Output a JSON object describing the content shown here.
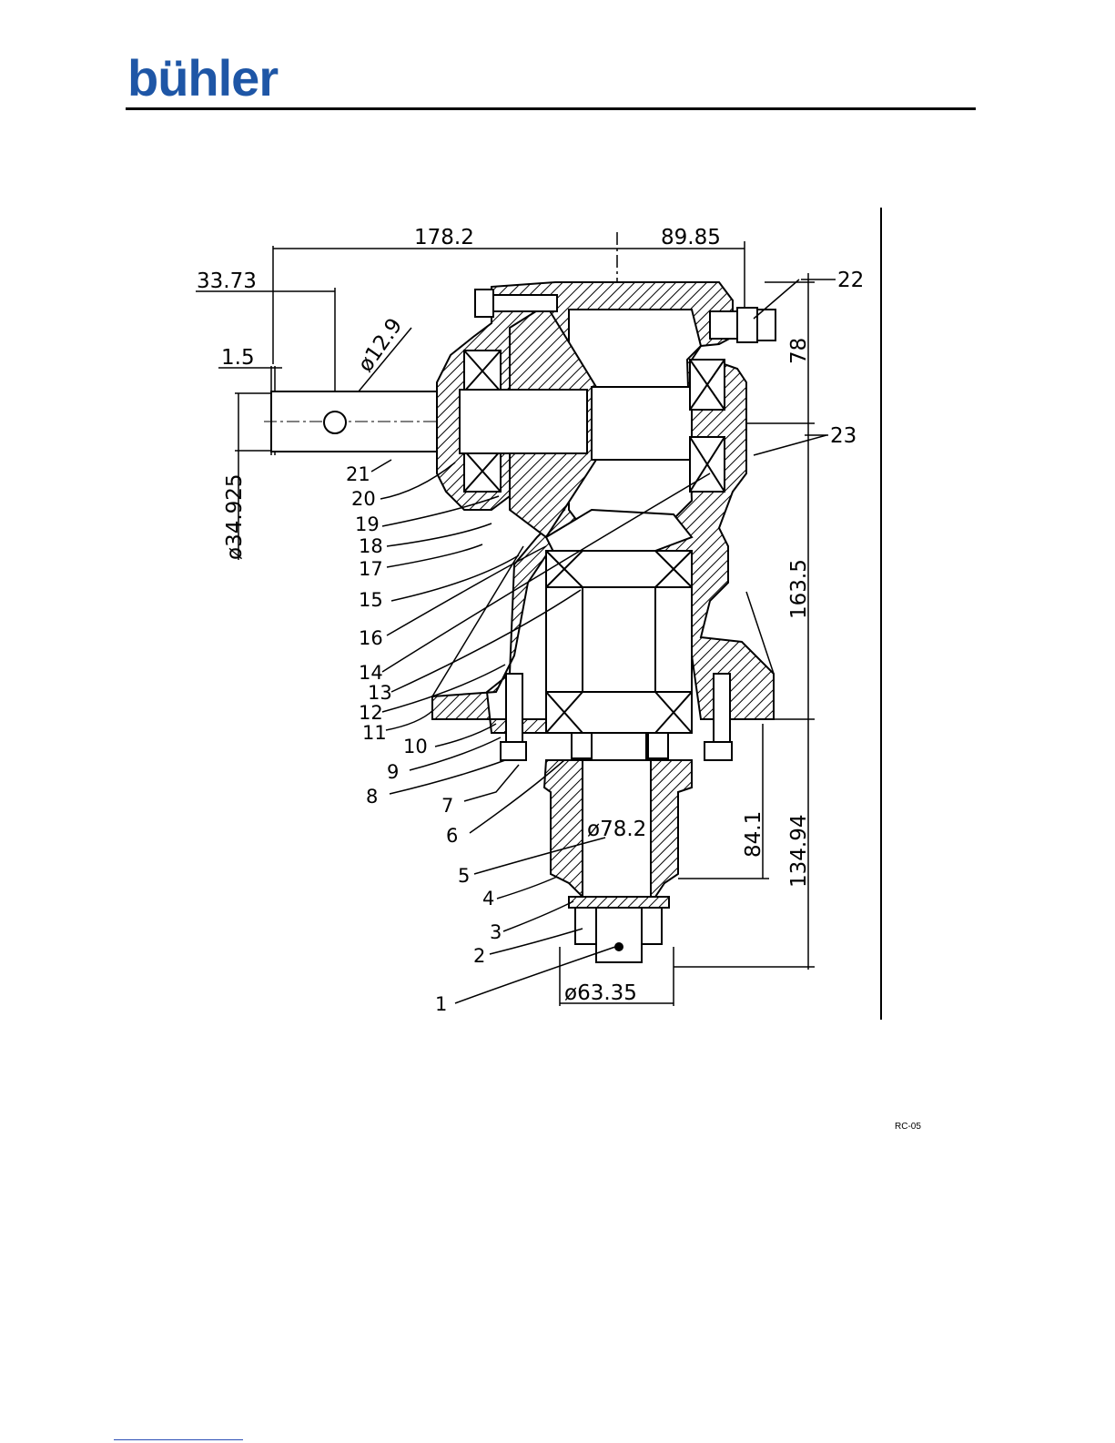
{
  "brand": {
    "name": "bühler",
    "color": "#1e56a6"
  },
  "drawing_code": "RC-05",
  "dimensions": {
    "overall_width": "178.2",
    "half_width": "89.85",
    "offset_hole": "33.73",
    "flange_thickness": "1.5",
    "hole_diameter": "ø12.9",
    "shaft_diameter": "ø34.925",
    "top_height": "78",
    "body_height": "163.5",
    "lower_height": "84.1",
    "output_height": "134.94",
    "output_diameter": "ø78.2",
    "bottom_diameter": "ø63.35"
  },
  "part_labels": [
    "1",
    "2",
    "3",
    "4",
    "5",
    "6",
    "7",
    "8",
    "9",
    "10",
    "11",
    "12",
    "13",
    "14",
    "15",
    "16",
    "17",
    "18",
    "19",
    "20",
    "21",
    "22",
    "23"
  ]
}
